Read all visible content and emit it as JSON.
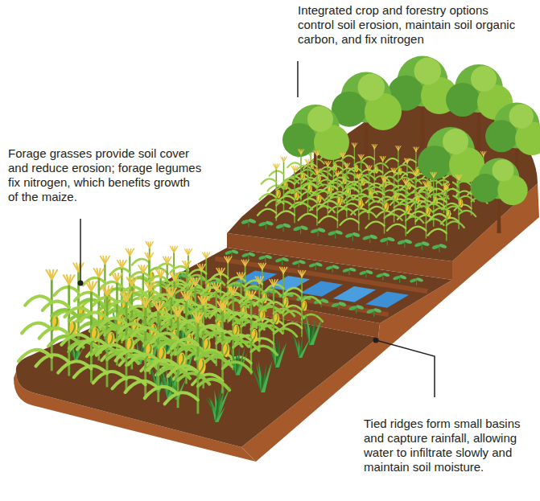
{
  "diagram": {
    "labels": [
      "Integrated crop and forestry options control soil erosion, maintain soil organic carbon, and fix nitrogen",
      "Forage grasses provide soil cover and reduce erosion; forage legumes fix nitrogen, which benefits growth of the maize.",
      "Tied ridges form small basins and capture rainfall, allowing water to infiltrate slowly and maintain soil moisture."
    ]
  }
}
